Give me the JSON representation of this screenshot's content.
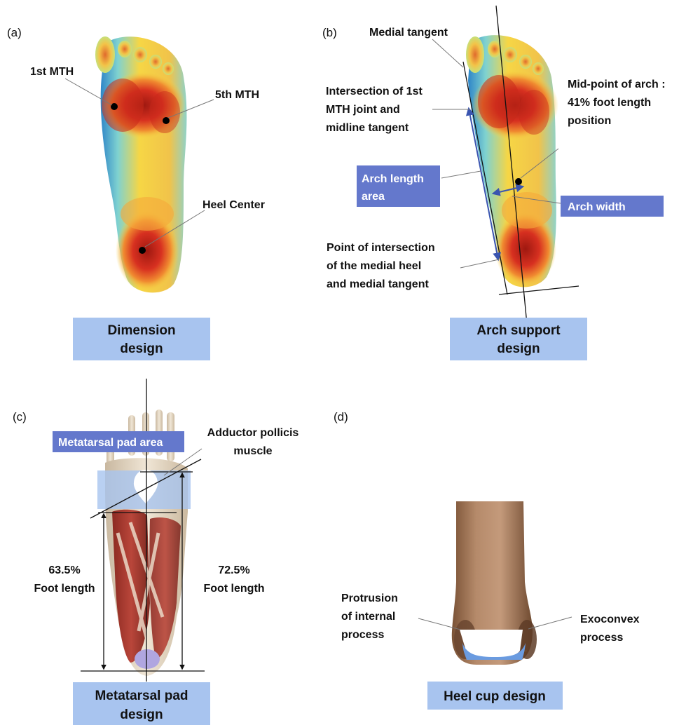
{
  "panels": {
    "a": {
      "letter": "(a)",
      "labels": {
        "mth1": "1st MTH",
        "mth5": "5th MTH",
        "heel": "Heel Center"
      },
      "caption": [
        "Dimension",
        "design"
      ]
    },
    "b": {
      "letter": "(b)",
      "labels": {
        "medial_tangent": "Medial tangent",
        "intersection": [
          "Intersection of 1st",
          "MTH joint and",
          "midline tangent"
        ],
        "midpoint": [
          "Mid-point of arch :",
          "41% foot length",
          "position"
        ],
        "point_intersection": [
          "Point of intersection",
          "of the medial heel",
          "and medial tangent"
        ]
      },
      "tags": {
        "arch_length": [
          "Arch length",
          "area"
        ],
        "arch_width": "Arch width"
      },
      "caption": [
        "Arch support",
        "design"
      ]
    },
    "c": {
      "letter": "(c)",
      "labels": {
        "adductor": [
          "Adductor pollicis",
          "muscle"
        ],
        "left_pct": [
          "63.5%",
          "Foot length"
        ],
        "right_pct": [
          "72.5%",
          "Foot length"
        ]
      },
      "tags": {
        "pad_area": "Metatarsal pad area"
      },
      "caption": [
        "Metatarsal pad",
        "design"
      ]
    },
    "d": {
      "letter": "(d)",
      "labels": {
        "protrusion": [
          "Protrusion",
          "of internal",
          "process"
        ],
        "exoconvex": [
          "Exoconvex",
          "process"
        ]
      },
      "caption": [
        "Heel cup design"
      ]
    }
  },
  "colors": {
    "caption_box": "#a8c4ef",
    "tag_box": "#6478cc",
    "pressure_high": "#d73020",
    "pressure_mid": "#f6d645",
    "pressure_low": "#2f86c8"
  }
}
